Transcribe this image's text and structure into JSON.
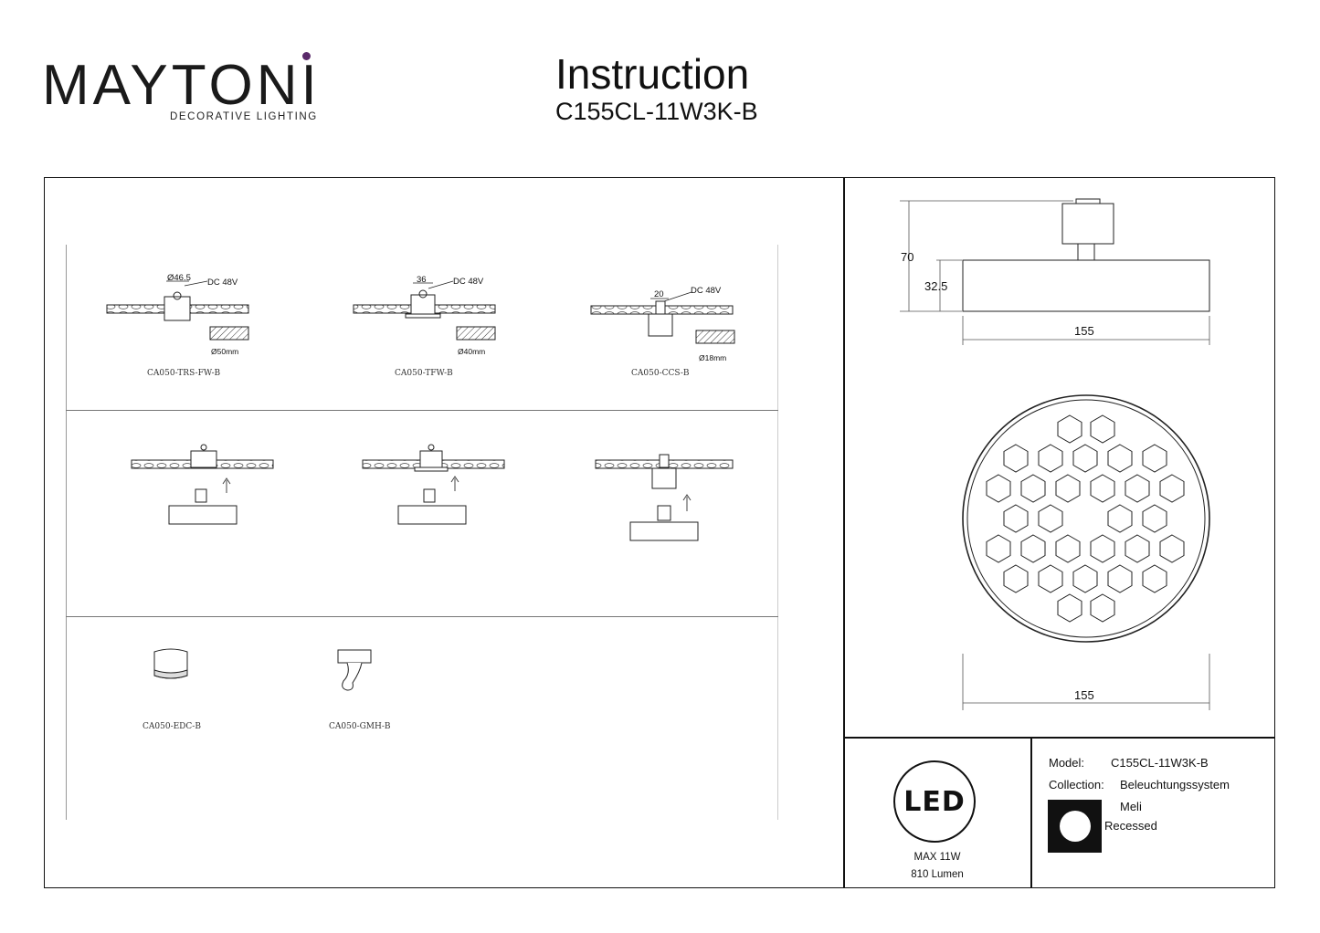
{
  "header": {
    "brand": "MAYTONI",
    "brand_tagline": "DECORATIVE LIGHTING",
    "title": "Instruction",
    "model_code": "C155CL-11W3K-B"
  },
  "install_panel": {
    "row1": [
      {
        "dim": "Ø46.5",
        "power": "DC 48V",
        "cutout": "Ø50mm",
        "code": "CA050-TRS-FW-B"
      },
      {
        "dim": "36",
        "power": "DC 48V",
        "cutout": "Ø40mm",
        "code": "CA050-TFW-B"
      },
      {
        "dim": "20",
        "power": "DC 48V",
        "cutout": "Ø18mm",
        "code": "CA050-CCS-B"
      }
    ],
    "row3": [
      {
        "code": "CA050-EDC-B"
      },
      {
        "code": "CA050-GMH-B"
      }
    ]
  },
  "dimensions": {
    "height_total": "70",
    "height_body": "32.5",
    "width_side": "155",
    "diameter_front": "155"
  },
  "led_badge": {
    "label": "LED",
    "power": "MAX 11W",
    "lumen": "810 Lumen"
  },
  "specs": {
    "model_label": "Model:",
    "model_value": "C155CL-11W3K-B",
    "collection_label": "Collection:",
    "collection_value": "Beleuchtungssystem",
    "collection_name": "Meli",
    "mount_type": "Recessed"
  }
}
